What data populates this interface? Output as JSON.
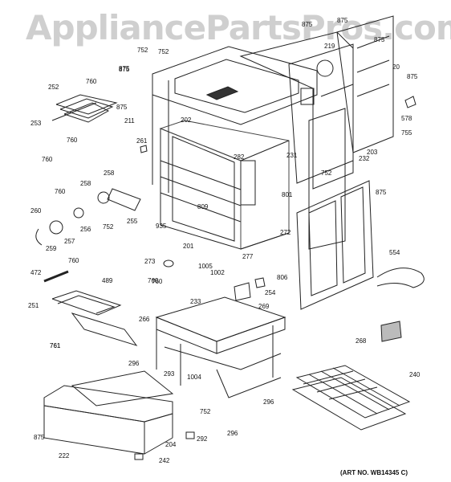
{
  "watermark": "AppliancePartsPros.com",
  "art_number": "(ART NO. WB14345 C)",
  "callouts": [
    "875",
    "875",
    "219",
    "875",
    "20",
    "875",
    "578",
    "755",
    "203",
    "752",
    "875",
    "211",
    "252",
    "760",
    "875",
    "253",
    "760",
    "760",
    "761",
    "202",
    "261",
    "231",
    "282",
    "232",
    "752",
    "875",
    "760",
    "258",
    "258",
    "801",
    "809",
    "260",
    "255",
    "256",
    "257",
    "259",
    "935",
    "201",
    "752",
    "272",
    "273",
    "1005",
    "277",
    "760",
    "554",
    "472",
    "489",
    "760",
    "1002",
    "806",
    "254",
    "269",
    "251",
    "233",
    "266",
    "268",
    "761",
    "296",
    "293",
    "1004",
    "296",
    "240",
    "752",
    "875",
    "222",
    "204",
    "292",
    "296",
    "242",
    "875",
    "752",
    "760"
  ]
}
